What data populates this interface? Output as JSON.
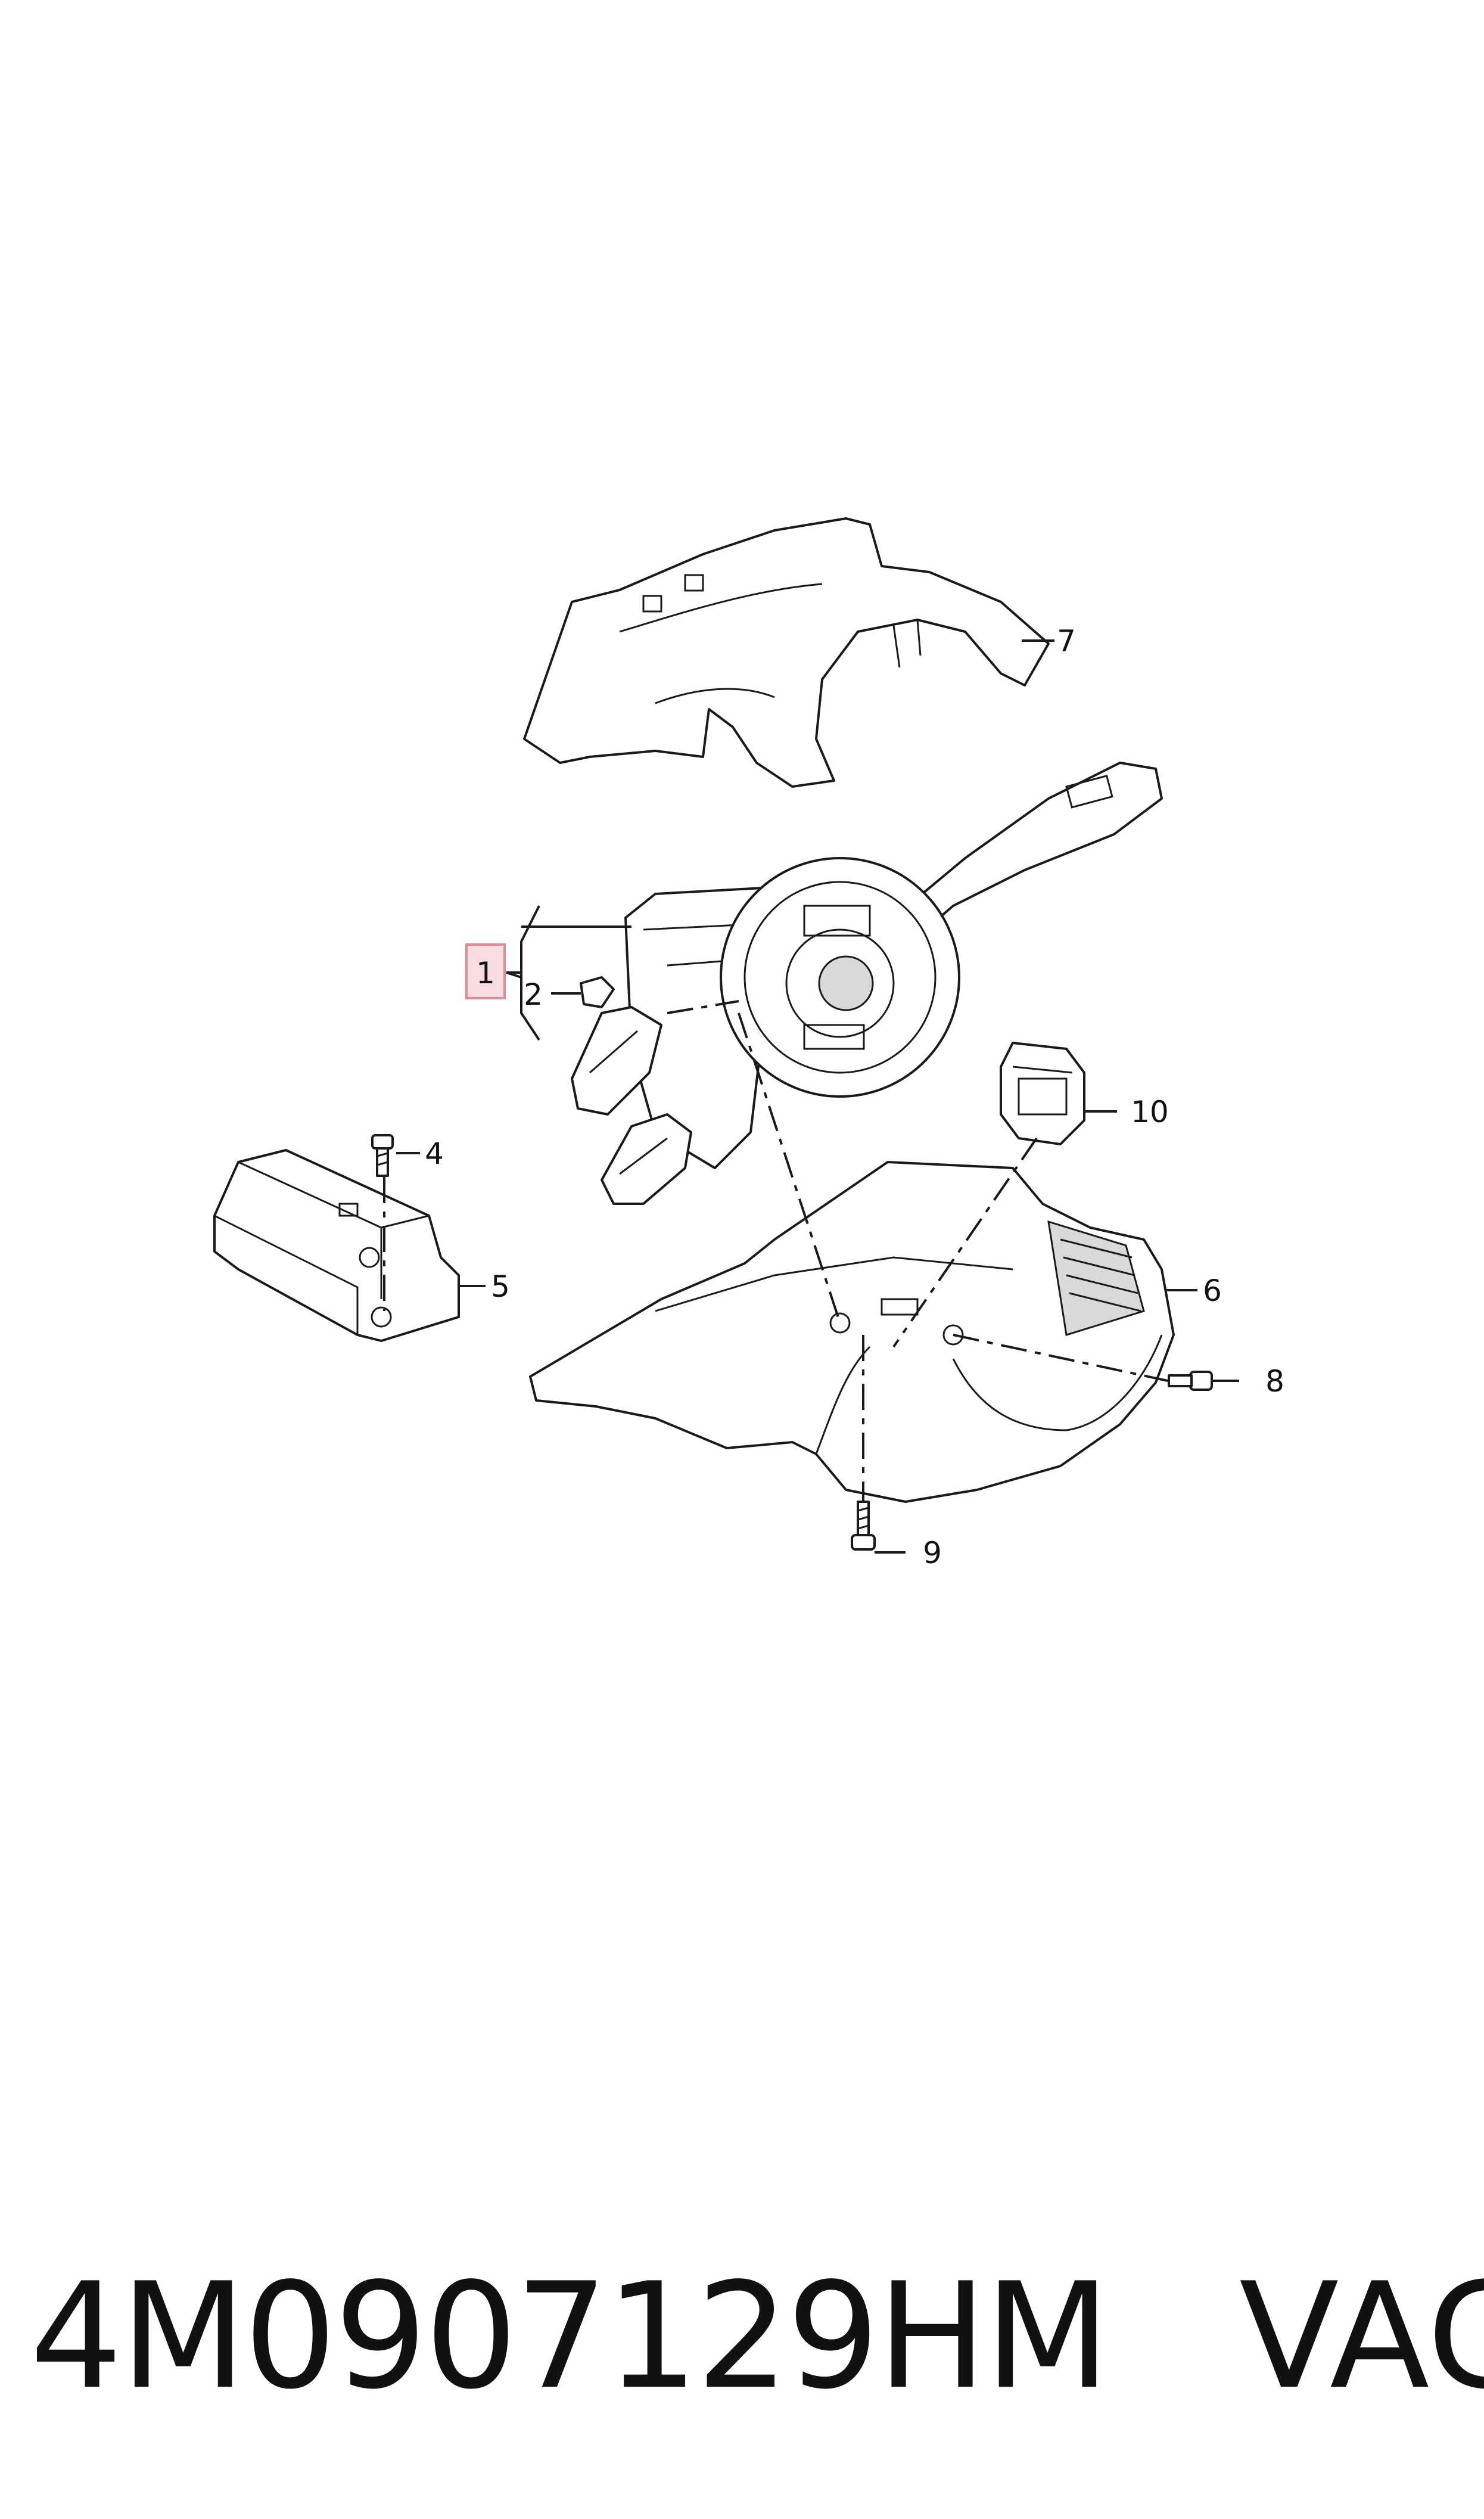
{
  "callouts": [
    {
      "label": "1",
      "highlighted": true
    },
    {
      "label": "2"
    },
    {
      "label": "4"
    },
    {
      "label": "5"
    },
    {
      "label": "6"
    },
    {
      "label": "7"
    },
    {
      "label": "8"
    },
    {
      "label": "9"
    },
    {
      "label": "10"
    }
  ],
  "footer": {
    "part_number": "4M0907129HM",
    "brand": "VAG"
  },
  "colors": {
    "highlight_fill": "#f8dde0",
    "highlight_stroke": "#e08a95",
    "line": "#1a1a1a"
  }
}
